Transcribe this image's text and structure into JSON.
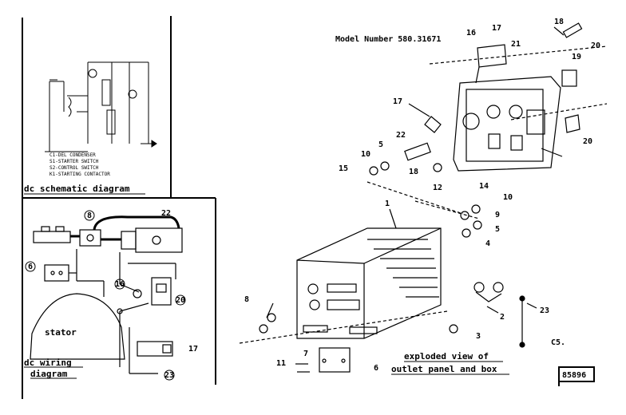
{
  "model_label": "Model Number 580.31671",
  "page_code": "C5.",
  "diagram_number": "85896",
  "schematic": {
    "title": "dc schematic diagram",
    "legend": [
      "C1-DEL CONDENSER",
      "S1-STARTER SWITCH",
      "S2-CONTROL SWITCH",
      "K1-STARTING CONTACTOR"
    ]
  },
  "wiring": {
    "title_line1": "dc wiring",
    "title_line2": "diagram",
    "stator_label": "stator",
    "numbers": [
      "8",
      "22",
      "6",
      "16",
      "20",
      "17",
      "23"
    ]
  },
  "exploded": {
    "title_line1": "exploded view of",
    "title_line2": "outlet panel and box",
    "numbers": [
      "16",
      "17",
      "18",
      "20",
      "21",
      "19",
      "20",
      "17",
      "22",
      "5",
      "10",
      "15",
      "18",
      "1",
      "12",
      "14",
      "10",
      "9",
      "5",
      "4",
      "3",
      "2",
      "8",
      "23",
      "7",
      "11",
      "6"
    ]
  }
}
